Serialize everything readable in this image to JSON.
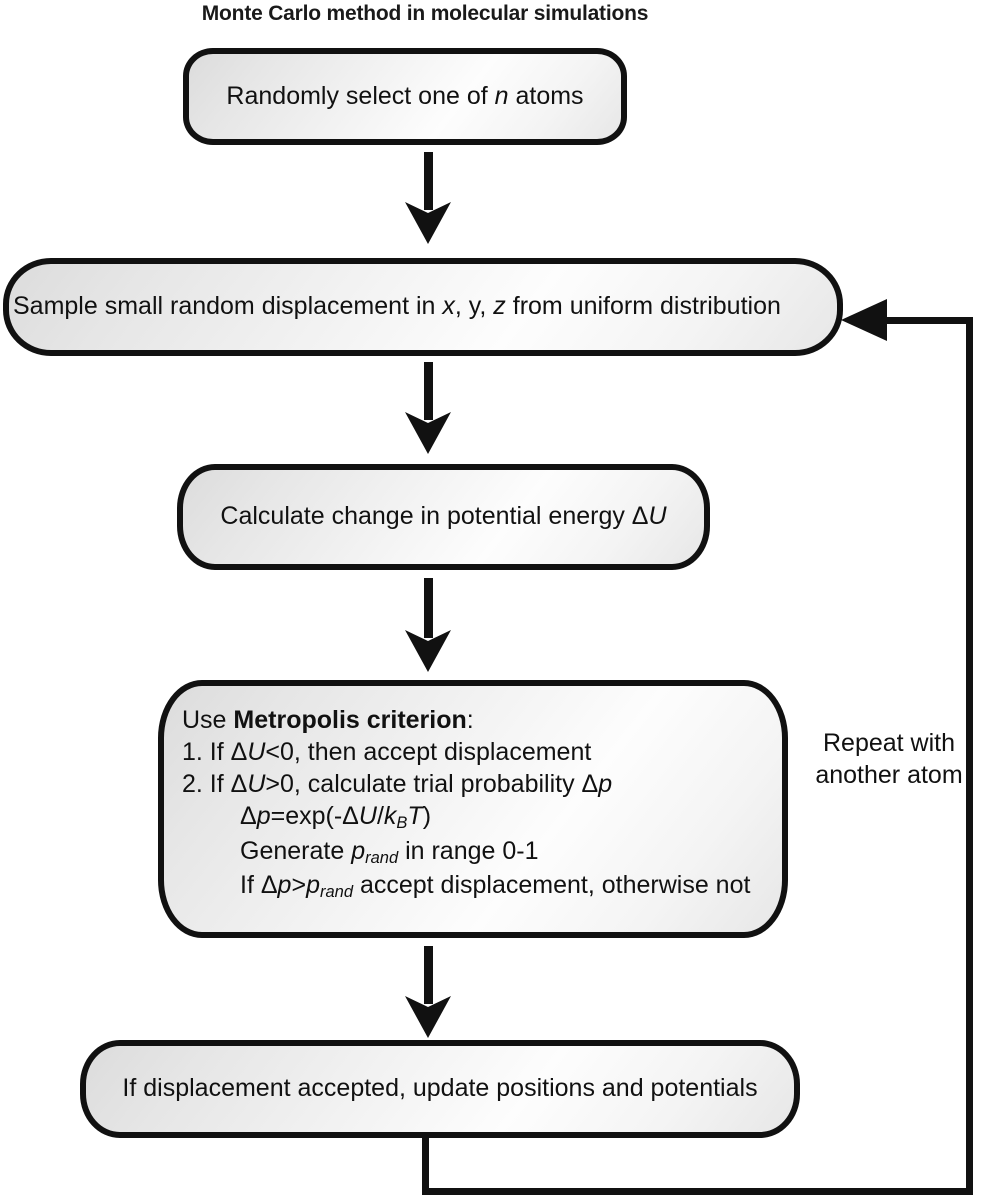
{
  "diagram": {
    "title": "Monte Carlo method in molecular simulations",
    "type": "flowchart",
    "accent_color": "#111111",
    "node_fill_light": "#fdfdfd",
    "node_fill_dark": "#dcdcdc",
    "nodes": [
      {
        "id": "select-atom",
        "text": "Randomly select one of n atoms",
        "text_plain": "Randomly select one of n atoms"
      },
      {
        "id": "sample-displacement",
        "text": "Sample small random displacement in x, y, z from uniform distribution",
        "text_plain": "Sample small random displacement in x, y, z from uniform distribution"
      },
      {
        "id": "calculate-energy",
        "text": "Calculate change in potential energy ΔU",
        "text_plain": "Calculate change in potential energy ΔU"
      },
      {
        "id": "metropolis",
        "heading_prefix": "Use ",
        "heading_bold": "Metropolis criterion",
        "heading_suffix": ":",
        "lines": [
          "1. If ΔU<0, then accept displacement",
          "2. If ΔU>0, calculate trial probability Δp",
          "Δp=exp(-ΔU/kBT)",
          "Generate prand in range 0-1",
          "If Δp>prand accept displacement, otherwise not"
        ]
      },
      {
        "id": "update-positions",
        "text": "If displacement accepted, update positions and potentials",
        "text_plain": "If displacement accepted, update positions and potentials"
      }
    ],
    "loop_label_line_1": "Repeat with",
    "loop_label_line_2": "another atom",
    "edges": [
      {
        "from": "select-atom",
        "to": "sample-displacement",
        "style": "arrow-down"
      },
      {
        "from": "sample-displacement",
        "to": "calculate-energy",
        "style": "arrow-down"
      },
      {
        "from": "calculate-energy",
        "to": "metropolis",
        "style": "arrow-down"
      },
      {
        "from": "metropolis",
        "to": "update-positions",
        "style": "arrow-down"
      },
      {
        "from": "update-positions",
        "to": "sample-displacement",
        "style": "loop-back-right"
      }
    ]
  }
}
